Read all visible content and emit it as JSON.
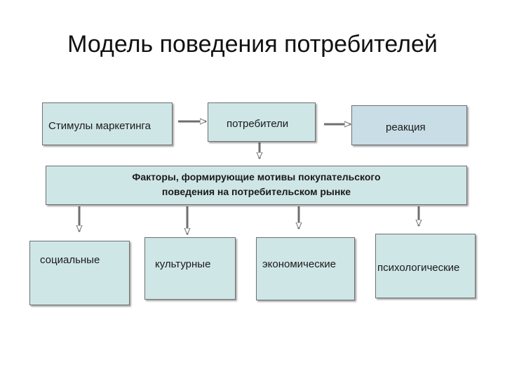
{
  "title": "Модель поведения потребителей",
  "colors": {
    "box_fill": "#cfe6e7",
    "reaction_fill": "#c9dde6",
    "border": "#6f6f6f",
    "arrow": "#6f6f6f"
  },
  "nodes": {
    "stimuli": "Стимулы маркетинга",
    "consumers": "потребители",
    "reaction": "реакция",
    "factors_line1": "Факторы, формирующие мотивы покупательского",
    "factors_line2": "поведения на потребительском рынке",
    "social": "социальные",
    "cultural": "культурные",
    "economic": "экономические",
    "psychological": "психологические"
  }
}
